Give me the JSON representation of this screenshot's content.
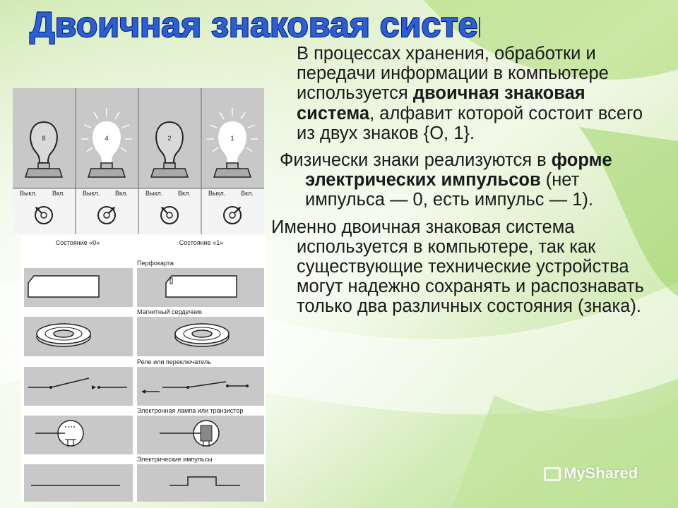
{
  "title": "Двоичная знаковая система",
  "colors": {
    "title_fill": "#2a5fd6",
    "title_stroke": "#0c1f7a",
    "background": "#e9f4d9",
    "panel_gray": "#c8c8c8"
  },
  "bulb_panel": {
    "bulbs": [
      {
        "number": "8",
        "state": "off"
      },
      {
        "number": "4",
        "state": "on"
      },
      {
        "number": "2",
        "state": "off"
      },
      {
        "number": "1",
        "state": "on"
      }
    ],
    "switch_off_label": "Выкл.",
    "switch_on_label": "Вкл."
  },
  "table": {
    "state0": "Состояние «0»",
    "state1": "Состояние «1»",
    "rows": [
      {
        "label": "Перфокарта",
        "kind": "card"
      },
      {
        "label": "Магнитный сердечник",
        "kind": "core"
      },
      {
        "label": "Реле или переключатель",
        "kind": "relay"
      },
      {
        "label": "Электронная лампа или транзистор",
        "kind": "tube"
      },
      {
        "label": "Электрические импульсы",
        "kind": "pulse"
      }
    ]
  },
  "text": {
    "p1_a": "В процессах хранения, обработки и передачи информации в компьютере используется ",
    "p1_bold": "двоичная знаковая система",
    "p1_b": ", алфавит которой состоит всего из двух знаков {О, 1}.",
    "p2_a": "Физически знаки реализуются в ",
    "p2_bold": "форме электрических импульсов",
    "p2_b": " (нет импульса — 0, есть импульс — 1).",
    "p3": "Именно двоичная знаковая система используется в компьютере, так как существующие технические устройства могут надежно сохранять и распознавать только два различных состояния (знака)."
  },
  "watermark": {
    "text": "MyShared"
  }
}
